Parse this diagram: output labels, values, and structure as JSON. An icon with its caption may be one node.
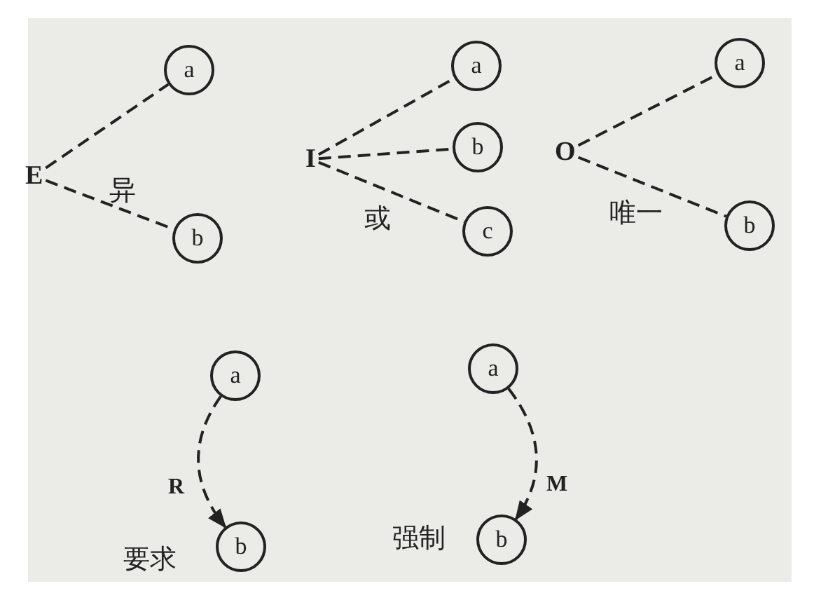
{
  "diagram": {
    "nodes": [
      {
        "text": [
          "E"
        ]
      },
      {
        "text": [
          "a"
        ]
      },
      {
        "text": [
          "b"
        ]
      },
      {
        "text": [
          "I"
        ]
      },
      {
        "text": [
          "a"
        ]
      },
      {
        "text": [
          "b"
        ]
      },
      {
        "text": [
          "c"
        ]
      },
      {
        "text": [
          "O"
        ]
      },
      {
        "text": [
          "a"
        ]
      },
      {
        "text": [
          "b"
        ]
      },
      {
        "text": [
          "a"
        ]
      },
      {
        "text": [
          "b"
        ]
      },
      {
        "text": [
          "a"
        ]
      },
      {
        "text": [
          "b"
        ]
      }
    ],
    "edges": [
      {
        "from": 0,
        "to": 1,
        "arrow": "none",
        "style": "dashed"
      },
      {
        "from": 0,
        "to": 2,
        "arrow": "none",
        "style": "dashed"
      },
      {
        "from": 3,
        "to": 4,
        "arrow": "none",
        "style": "dashed"
      },
      {
        "from": 3,
        "to": 5,
        "arrow": "none",
        "style": "dashed"
      },
      {
        "from": 3,
        "to": 6,
        "arrow": "none",
        "style": "dashed"
      },
      {
        "from": 7,
        "to": 8,
        "arrow": "none",
        "style": "dashed"
      },
      {
        "from": 7,
        "to": 9,
        "arrow": "none",
        "style": "dashed"
      },
      {
        "from": 10,
        "to": 11,
        "arrow": "to",
        "style": "dashed",
        "label": "R"
      },
      {
        "from": 12,
        "to": 13,
        "arrow": "to",
        "style": "dashed",
        "label": "M"
      }
    ],
    "labels": [
      "异",
      "或",
      "唯一",
      "要求",
      "强制"
    ]
  }
}
